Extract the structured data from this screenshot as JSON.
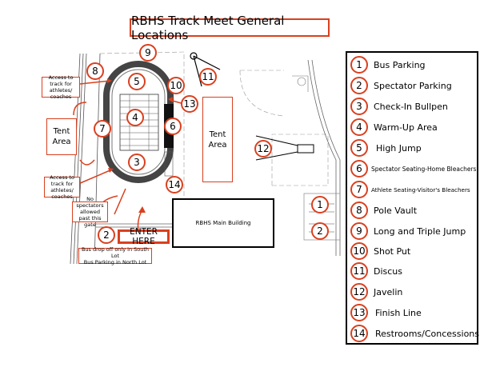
{
  "title": "RBHS Track Meet General Locations",
  "map": {
    "markers": [
      {
        "num": "1"
      },
      {
        "num": "2"
      },
      {
        "num": "3"
      },
      {
        "num": "4"
      },
      {
        "num": "5"
      },
      {
        "num": "6"
      },
      {
        "num": "7"
      },
      {
        "num": "8"
      },
      {
        "num": "9"
      },
      {
        "num": "10"
      },
      {
        "num": "11"
      },
      {
        "num": "12"
      },
      {
        "num": "13"
      },
      {
        "num": "14"
      },
      {
        "num": "2"
      }
    ],
    "tent_area_left": "Tent\nArea",
    "tent_area_right": "Tent\nArea",
    "notes": {
      "access_top": "Access to track for athletes/ coaches",
      "access_bottom": "Access to track for athletes/ coaches",
      "no_spectators": "No spectators allowed past this gate",
      "bus_info": "Bus drop off only in South Lot\nBus Parking in North Lot"
    },
    "enter_here": "ENTER HERE",
    "main_building": "RBHS Main Building",
    "accent_color": "#d9401f"
  },
  "legend": {
    "items": [
      {
        "num": "1",
        "label": "Bus Parking"
      },
      {
        "num": "2",
        "label": "Spectator Parking"
      },
      {
        "num": "3",
        "label": "Check-In Bullpen"
      },
      {
        "num": "4",
        "label": "Warm-Up Area"
      },
      {
        "num": "5",
        "label": "High Jump"
      },
      {
        "num": "6",
        "label": "Spectator Seating-Home Bleachers"
      },
      {
        "num": "7",
        "label": "Athlete Seating-Visitor's Bleachers"
      },
      {
        "num": "8",
        "label": "Pole Vault"
      },
      {
        "num": "9",
        "label": "Long and Triple Jump"
      },
      {
        "num": "10",
        "label": "Shot Put"
      },
      {
        "num": "11",
        "label": "Discus"
      },
      {
        "num": "12",
        "label": "Javelin"
      },
      {
        "num": "13",
        "label": "Finish Line"
      },
      {
        "num": "14",
        "label": "Restrooms/Concessions"
      }
    ]
  }
}
